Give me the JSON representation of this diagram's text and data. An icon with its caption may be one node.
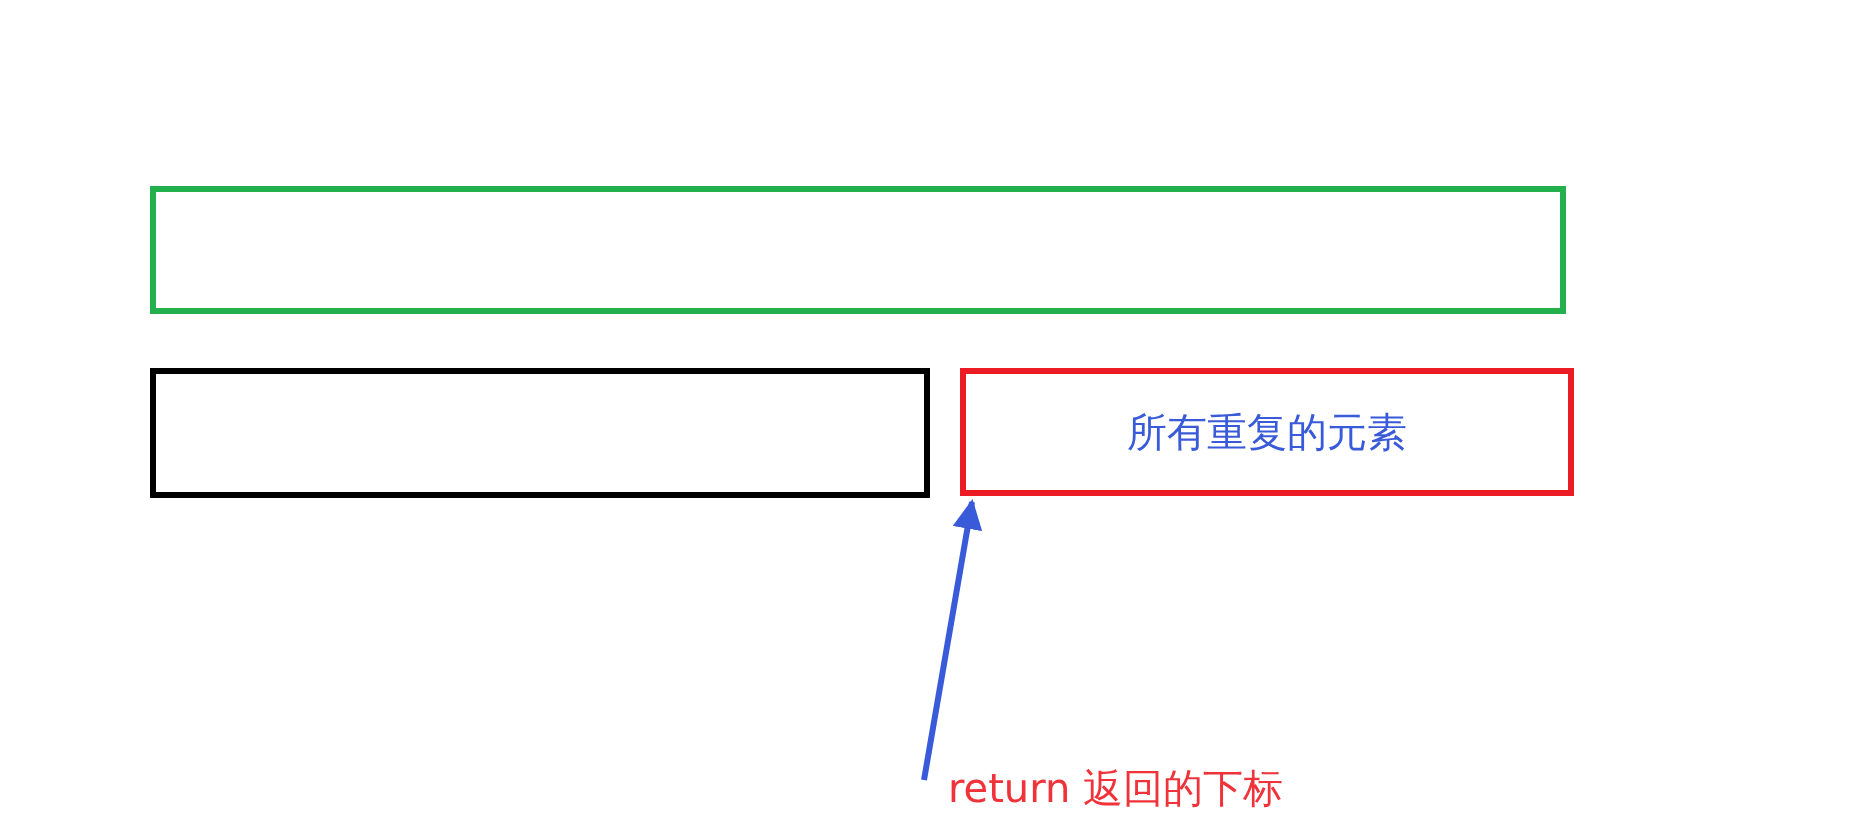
{
  "diagram": {
    "nodes": [
      {
        "text": [],
        "shape": "box"
      },
      {
        "text": [],
        "shape": "box"
      },
      {
        "text": [
          "所有重复的元素"
        ]
      },
      {
        "text": [
          "return 返回的下标"
        ]
      }
    ],
    "edges": [
      {
        "from": 3,
        "to": 2,
        "arrow": "to",
        "color": "#3a5bd9"
      }
    ]
  }
}
